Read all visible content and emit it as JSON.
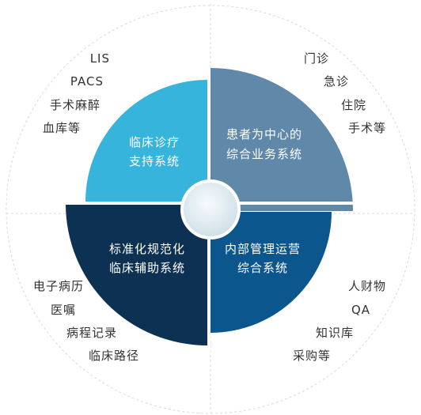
{
  "quadrants": {
    "top_left": {
      "line1": "临床诊疗",
      "line2": "支持系统",
      "color": "#36b4dc",
      "items": [
        "LIS",
        "PACS",
        "手术麻醉",
        "血库等"
      ]
    },
    "top_right": {
      "line1": "患者为中心的",
      "line2": "综合业务系统",
      "color": "#6088a8",
      "items": [
        "门诊",
        "急诊",
        "住院",
        "手术等"
      ]
    },
    "bottom_left": {
      "line1": "标准化规范化",
      "line2": "临床辅助系统",
      "color": "#0d3152",
      "items": [
        "电子病历",
        "医嘱",
        "病程记录",
        "临床路径"
      ]
    },
    "bottom_right": {
      "line1": "内部管理运营",
      "line2": "综合系统",
      "color": "#0b568c",
      "items": [
        "人财物",
        "QA",
        "知识库",
        "采购等"
      ]
    }
  },
  "colors": {
    "guide_line": "#d9d9d9",
    "label_text": "#333333",
    "center_circle": "#dde9ef"
  }
}
